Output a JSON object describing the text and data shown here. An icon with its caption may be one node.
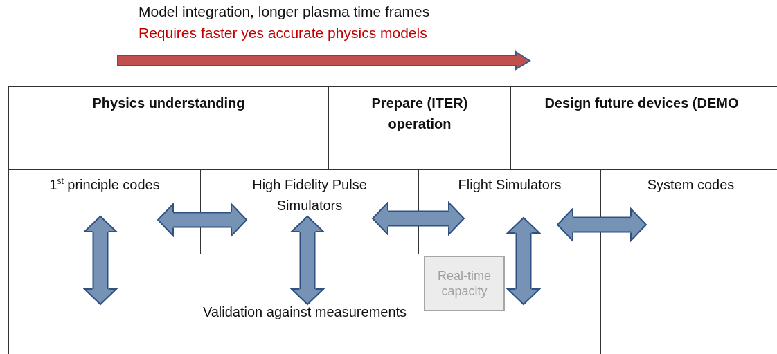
{
  "diagram": {
    "nodes": [
      {
        "text": [
          "Physics understanding"
        ]
      },
      {
        "text": [
          "Prepare (ITER) operation"
        ]
      },
      {
        "text": [
          "Design future devices (DEMO"
        ]
      },
      {
        "text": [
          "1$^{st}$ principle codes"
        ]
      },
      {
        "text": [
          "High Fidelity Pulse Simulators"
        ]
      },
      {
        "text": [
          "Flight Simulators"
        ]
      },
      {
        "text": [
          "System codes"
        ]
      },
      {
        "text": [
          "Validation against measurements"
        ]
      },
      {
        "text": [],
        "shape": "box"
      },
      {
        "text": [
          "Real-time capacity"
        ],
        "in": 7
      }
    ],
    "edges": [
      {
        "from": 3,
        "to": 4,
        "arrow": "both"
      },
      {
        "from": 4,
        "to": 5,
        "arrow": "both"
      },
      {
        "from": 5,
        "to": 6,
        "arrow": "both"
      },
      {
        "from": 3,
        "to": 7,
        "arrow": "both"
      },
      {
        "from": 4,
        "to": 7,
        "arrow": "both"
      },
      {
        "from": 5,
        "to": 7,
        "arrow": "both"
      }
    ],
    "labels": [
      "Model integration, longer plasma time frames",
      "Requires faster yes accurate physics models"
    ]
  }
}
